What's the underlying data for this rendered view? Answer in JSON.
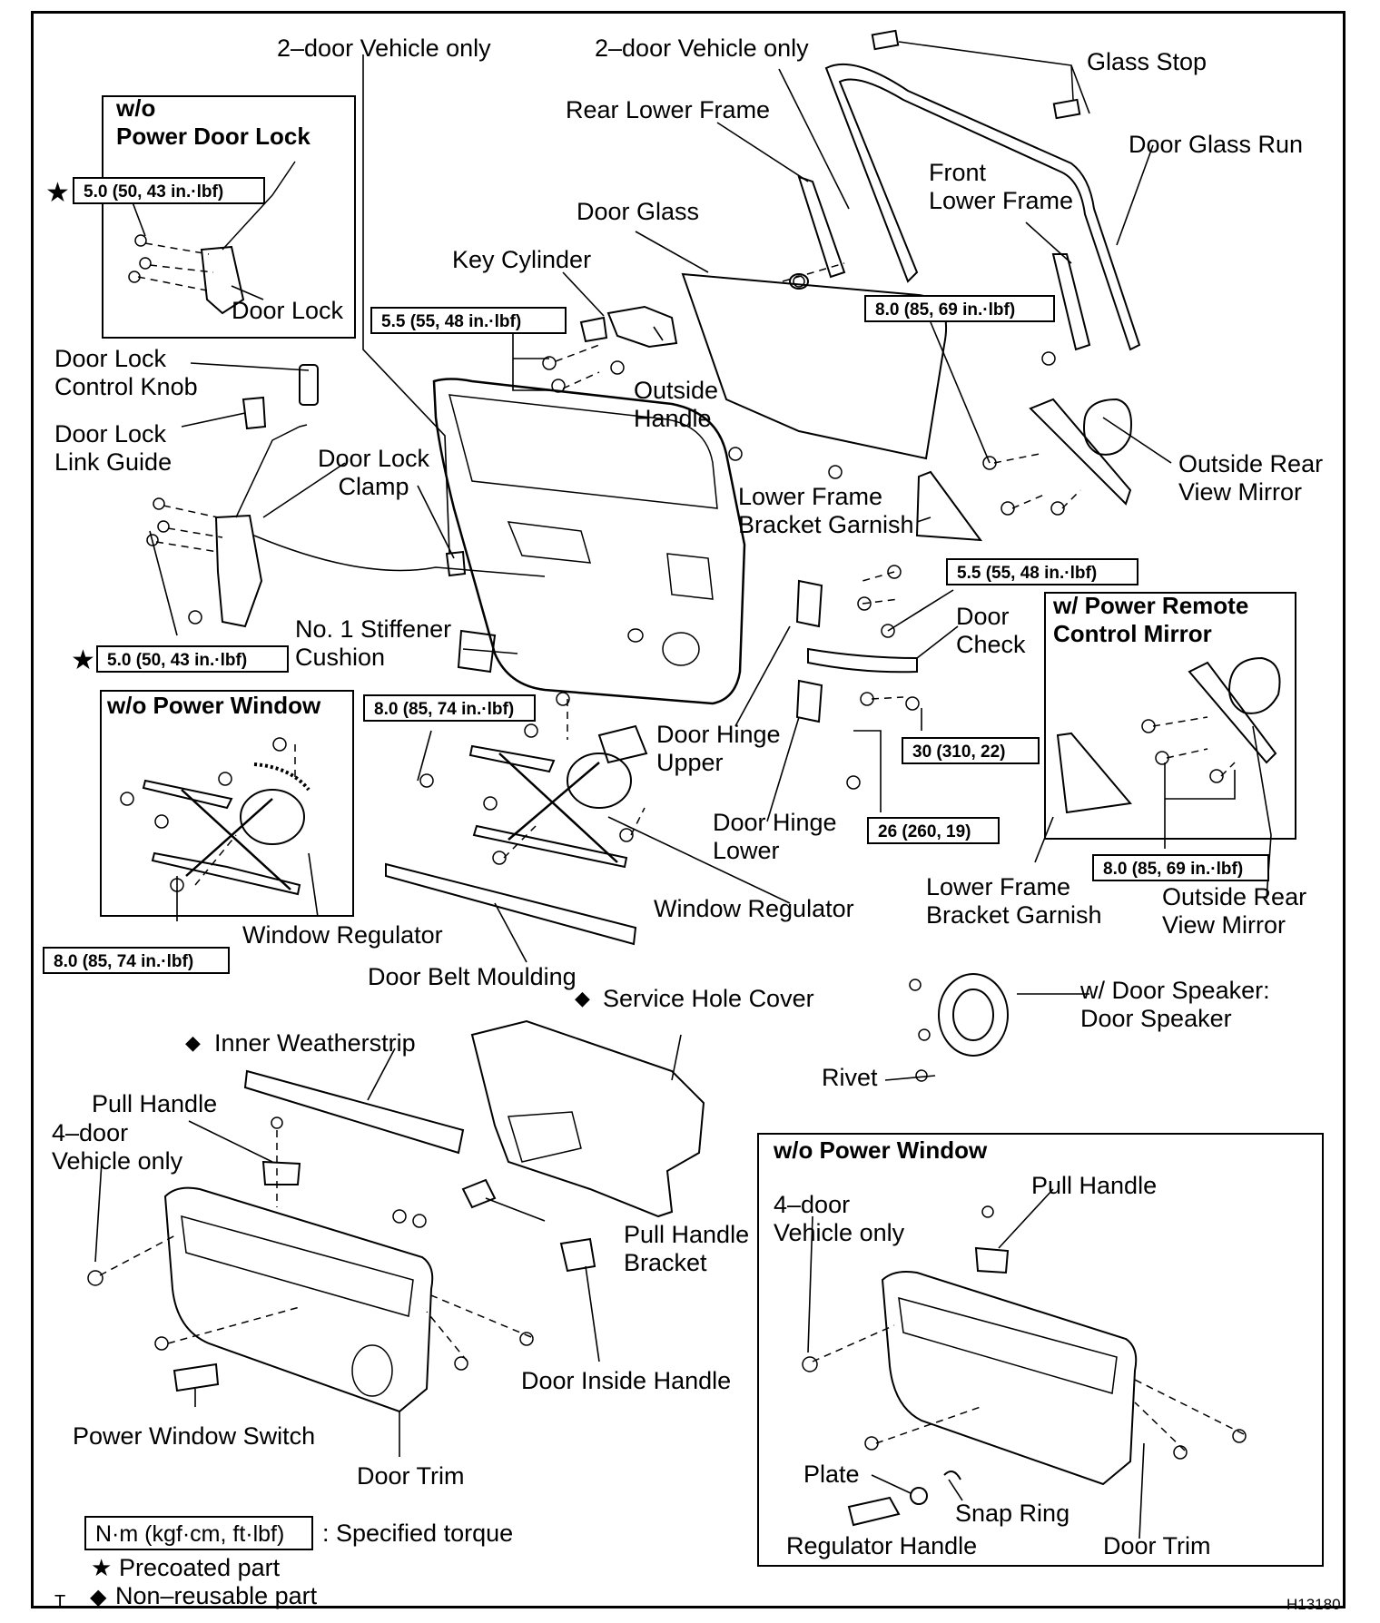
{
  "labels": {
    "two_door_left": "2–door Vehicle only",
    "two_door_right": "2–door Vehicle only",
    "glass_stop": "Glass Stop",
    "rear_lower_frame": "Rear Lower Frame",
    "door_glass_run": "Door Glass Run",
    "front_lower_frame": "Front\nLower Frame",
    "door_glass": "Door Glass",
    "key_cylinder": "Key Cylinder",
    "outside_handle": "Outside\nHandle",
    "door_lock_top": "Door Lock",
    "door_lock_control_knob": "Door Lock\nControl Knob",
    "door_lock_link_guide": "Door Lock\nLink Guide",
    "door_lock_clamp": "Door Lock\nClamp",
    "outside_rear_view_mirror_top": "Outside Rear\nView Mirror",
    "lower_frame_bracket_garnish_top": "Lower Frame\nBracket Garnish",
    "door_check": "Door\nCheck",
    "no1_stiffener_cushion": "No. 1 Stiffener\nCushion",
    "door_hinge_upper": "Door Hinge\nUpper",
    "door_hinge_lower": "Door Hinge\nLower",
    "window_regulator_right": "Window Regulator",
    "window_regulator_left": "Window Regulator",
    "door_belt_moulding": "Door Belt Moulding",
    "lower_frame_bracket_garnish_bottom": "Lower Frame\nBracket Garnish",
    "outside_rear_view_mirror_bottom": "Outside Rear\nView Mirror",
    "service_hole_cover": "Service Hole Cover",
    "inner_weatherstrip": "Inner Weatherstrip",
    "door_speaker": "w/ Door Speaker:\nDoor Speaker",
    "rivet": "Rivet",
    "pull_handle_left": "Pull Handle",
    "four_door_left": "4–door\nVehicle only",
    "pull_handle_bracket": "Pull Handle\nBracket",
    "door_inside_handle": "Door Inside Handle",
    "power_window_switch": "Power Window Switch",
    "door_trim_left": "Door Trim",
    "four_door_right": "4–door\nVehicle only",
    "pull_handle_right": "Pull Handle",
    "plate": "Plate",
    "snap_ring": "Snap Ring",
    "regulator_handle": "Regulator Handle",
    "door_trim_right": "Door Trim"
  },
  "boxes": {
    "wo_power_door_lock": "w/o\nPower Door Lock",
    "wo_power_window_left": "w/o Power Window",
    "w_power_remote_mirror": "w/ Power Remote\nControl Mirror",
    "wo_power_window_right": "w/o Power Window"
  },
  "torques": {
    "t1": "5.0 (50, 43 in.·lbf)",
    "t2": "5.5 (55, 48 in.·lbf)",
    "t3": "8.0 (85, 69 in.·lbf)",
    "t4": "5.5 (55, 48 in.·lbf)",
    "t5": "5.0 (50, 43 in.·lbf)",
    "t6": "8.0 (85, 74 in.·lbf)",
    "t7": "30 (310, 22)",
    "t8": "26 (260, 19)",
    "t9": "8.0 (85, 74 in.·lbf)",
    "t10": "8.0 (85, 69 in.·lbf)"
  },
  "legend": {
    "torque_box": "N·m (kgf·cm, ft·lbf)",
    "torque_text": ": Specified torque",
    "precoated": "Precoated part",
    "non_reusable": "Non–reusable part",
    "star_symbol": "★",
    "diamond_symbol": "◆"
  },
  "figure_code": "H13180",
  "corner_mark": "T"
}
